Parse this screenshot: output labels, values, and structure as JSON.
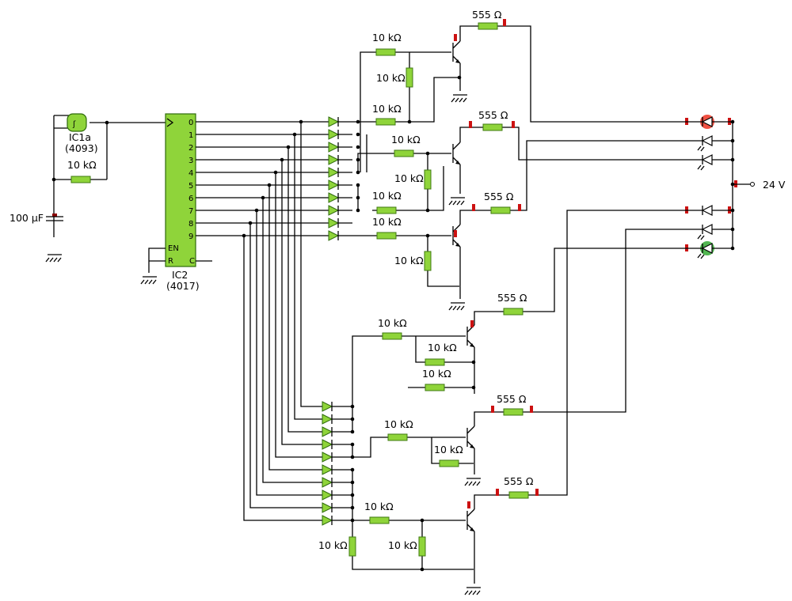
{
  "labels": {
    "r555": "555 Ω",
    "r10k": "10 kΩ",
    "cap": "100 µF",
    "supply": "24 V",
    "ic1_name": "IC1a",
    "ic1_part": "(4093)",
    "ic2_name": "IC2",
    "ic2_part": "(4017)"
  },
  "ic2_outputs": [
    "0",
    "1",
    "2",
    "3",
    "4",
    "5",
    "6",
    "7",
    "8",
    "9"
  ],
  "ic2_pins": {
    "en": "EN",
    "r": "R",
    "c": "C"
  },
  "colors": {
    "component": "#8fd43a",
    "pin_marker": "#cc1111",
    "led_red": "#ee3322",
    "led_green": "#33aa33",
    "wire": "#000000"
  }
}
